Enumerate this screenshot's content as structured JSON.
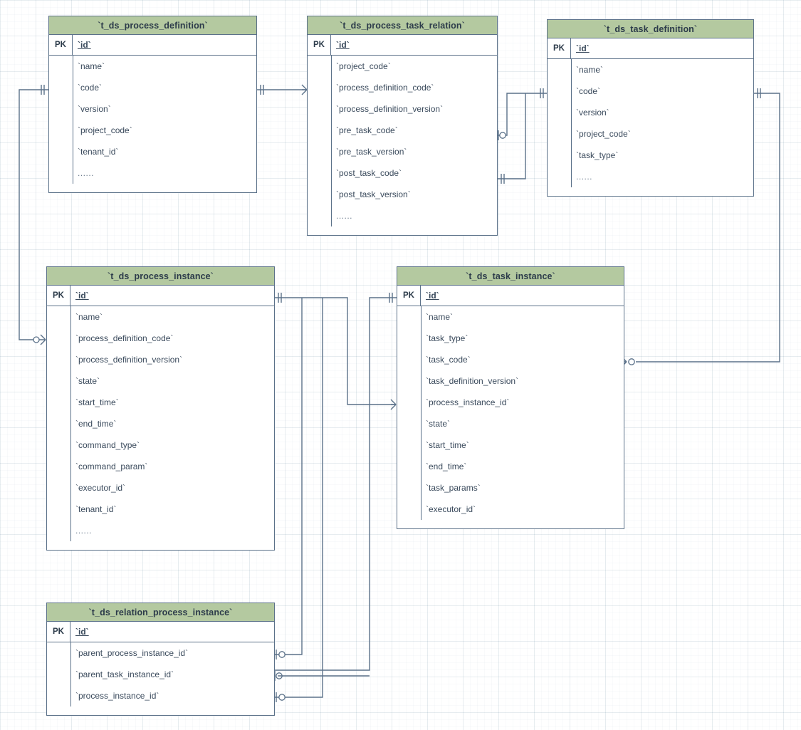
{
  "diagram": {
    "type": "er-diagram",
    "title": "",
    "theme": {
      "header_fill": "#b4c9a0",
      "border": "#5b7189",
      "text": "#3a4a5c",
      "line": "#5b7189",
      "background": "#ffffff"
    },
    "pk_label": "PK",
    "ellipsis": "......"
  },
  "entities": [
    {
      "id": "process_definition",
      "name": "`t_ds_process_definition`",
      "pk": "`id`",
      "fields": [
        "`name`",
        "`code`",
        "`version`",
        "`project_code`",
        "`tenant_id`",
        "......"
      ]
    },
    {
      "id": "process_task_relation",
      "name": "`t_ds_process_task_relation`",
      "pk": "`id`",
      "fields": [
        "`project_code`",
        "`process_definition_code`",
        "`process_definition_version`",
        "`pre_task_code`",
        "`pre_task_version`",
        "`post_task_code`",
        "`post_task_version`",
        "......"
      ]
    },
    {
      "id": "task_definition",
      "name": "`t_ds_task_definition`",
      "pk": "`id`",
      "fields": [
        "`name`",
        "`code`",
        "`version`",
        "`project_code`",
        "`task_type`",
        "......"
      ]
    },
    {
      "id": "process_instance",
      "name": "`t_ds_process_instance`",
      "pk": "`id`",
      "fields": [
        "`name`",
        "`process_definition_code`",
        "`process_definition_version`",
        "`state`",
        "`start_time`",
        "`end_time`",
        "`command_type`",
        "`command_param`",
        "`executor_id`",
        "`tenant_id`",
        "......"
      ]
    },
    {
      "id": "task_instance",
      "name": "`t_ds_task_instance`",
      "pk": "`id`",
      "fields": [
        "`name`",
        "`task_type`",
        "`task_code`",
        "`task_definition_version`",
        "`process_instance_id`",
        "`state`",
        "`start_time`",
        "`end_time`",
        "`task_params`",
        "`executor_id`"
      ]
    },
    {
      "id": "relation_process_instance",
      "name": "`t_ds_relation_process_instance`",
      "pk": "`id`",
      "fields": [
        "`parent_process_instance_id`",
        "`parent_task_instance_id`",
        "`process_instance_id`"
      ]
    }
  ],
  "relationships": [
    {
      "from": "process_definition.`code`",
      "to": "process_task_relation.`process_definition_code`",
      "from_card": "one",
      "to_card": "many"
    },
    {
      "from": "process_definition.`code`",
      "to": "process_instance.`process_definition_code`",
      "from_card": "one",
      "to_card": "zero-or-many"
    },
    {
      "from": "process_task_relation.`pre_task_code`",
      "to": "task_definition.`code`",
      "from_card": "zero-or-one",
      "to_card": "one"
    },
    {
      "from": "process_task_relation.`post_task_code`",
      "to": "task_definition.`code`",
      "from_card": "one",
      "to_card": "one"
    },
    {
      "from": "task_definition.`code`",
      "to": "task_instance.`task_code`",
      "from_card": "one",
      "to_card": "zero-or-many"
    },
    {
      "from": "process_instance.`id`",
      "to": "task_instance.`process_instance_id`",
      "from_card": "one",
      "to_card": "many"
    },
    {
      "from": "relation_process_instance.`parent_process_instance_id`",
      "to": "process_instance.`id`",
      "from_card": "zero-or-one",
      "to_card": "one"
    },
    {
      "from": "relation_process_instance.`parent_task_instance_id`",
      "to": "task_instance.`id`",
      "from_card": "zero-or-one",
      "to_card": "one"
    },
    {
      "from": "relation_process_instance.`process_instance_id`",
      "to": "process_instance.`id`",
      "from_card": "zero-or-one",
      "to_card": "one"
    }
  ]
}
